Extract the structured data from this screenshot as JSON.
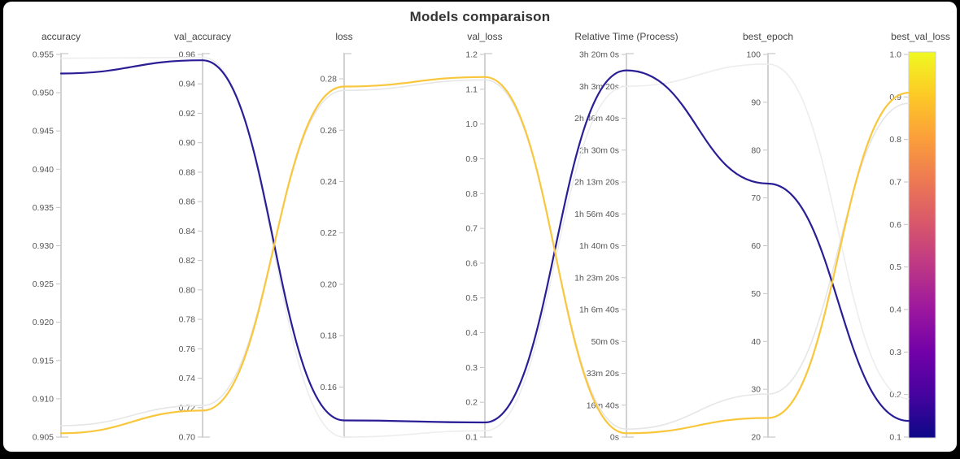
{
  "title": "Models comparaison",
  "chart_data": {
    "type": "parallel-coordinates",
    "title": "Models comparaison",
    "background": "#ffffff",
    "frame_color": "#000000",
    "axis_line_color": "#d2d2d2",
    "tick_color": "#c2c2c2",
    "axes": [
      {
        "key": "accuracy",
        "label": "accuracy",
        "range": [
          0.955,
          0.905
        ],
        "ticks": [
          "0.955",
          "0.950",
          "0.945",
          "0.940",
          "0.935",
          "0.930",
          "0.925",
          "0.920",
          "0.915",
          "0.910",
          "0.905"
        ],
        "tick_values": [
          0.955,
          0.95,
          0.945,
          0.94,
          0.935,
          0.93,
          0.925,
          0.92,
          0.915,
          0.91,
          0.905
        ]
      },
      {
        "key": "val_accuracy",
        "label": "val_accuracy",
        "range": [
          0.96,
          0.7
        ],
        "ticks": [
          "0.96",
          "0.94",
          "0.92",
          "0.90",
          "0.88",
          "0.86",
          "0.84",
          "0.82",
          "0.80",
          "0.78",
          "0.76",
          "0.74",
          "0.72",
          "0.70"
        ],
        "tick_values": [
          0.96,
          0.94,
          0.92,
          0.9,
          0.88,
          0.86,
          0.84,
          0.82,
          0.8,
          0.78,
          0.76,
          0.74,
          0.72,
          0.7
        ]
      },
      {
        "key": "loss",
        "label": "loss",
        "range": [
          0.2895,
          0.1405
        ],
        "ticks": [
          "0.28",
          "0.26",
          "0.24",
          "0.22",
          "0.20",
          "0.18",
          "0.16"
        ],
        "tick_values": [
          0.28,
          0.26,
          0.24,
          0.22,
          0.2,
          0.18,
          0.16
        ]
      },
      {
        "key": "val_loss",
        "label": "val_loss",
        "range": [
          1.2,
          0.1
        ],
        "ticks": [
          "1.2",
          "1.1",
          "1.0",
          "0.9",
          "0.8",
          "0.7",
          "0.6",
          "0.5",
          "0.4",
          "0.3",
          "0.2",
          "0.1"
        ],
        "tick_values": [
          1.2,
          1.1,
          1.0,
          0.9,
          0.8,
          0.7,
          0.6,
          0.5,
          0.4,
          0.3,
          0.2,
          0.1
        ]
      },
      {
        "key": "relative_time_s",
        "label": "Relative Time (Process)",
        "range": [
          12000,
          0
        ],
        "ticks": [
          "3h 20m 0s",
          "3h 3m 20s",
          "2h 46m 40s",
          "2h 30m 0s",
          "2h 13m 20s",
          "1h 56m 40s",
          "1h 40m 0s",
          "1h 23m 20s",
          "1h 6m 40s",
          "50m 0s",
          "33m 20s",
          "16m 40s",
          "0s"
        ],
        "tick_values": [
          12000,
          11000,
          10000,
          9000,
          8000,
          7000,
          6000,
          5000,
          4000,
          3000,
          2000,
          1000,
          0
        ]
      },
      {
        "key": "best_epoch",
        "label": "best_epoch",
        "range": [
          100,
          20
        ],
        "ticks": [
          "100",
          "90",
          "80",
          "70",
          "60",
          "50",
          "40",
          "30",
          "20"
        ],
        "tick_values": [
          100,
          90,
          80,
          70,
          60,
          50,
          40,
          30,
          20
        ]
      },
      {
        "key": "best_val_loss",
        "label": "best_val_loss",
        "range": [
          1.0,
          0.1
        ],
        "colorbar": true,
        "ticks": [
          "1.0",
          "0.9",
          "0.8",
          "0.7",
          "0.6",
          "0.5",
          "0.4",
          "0.3",
          "0.2",
          "0.1"
        ],
        "tick_values": [
          1.0,
          0.9,
          0.8,
          0.7,
          0.6,
          0.5,
          0.4,
          0.3,
          0.2,
          0.1
        ]
      }
    ],
    "colorbar_gradient": [
      "#0d0887",
      "#46039f",
      "#7201a8",
      "#9c179e",
      "#bd3786",
      "#d8576b",
      "#ed7953",
      "#fb9f3a",
      "#fdca26",
      "#f0f921"
    ],
    "series": [
      {
        "color": "#ededed",
        "width": 1.6,
        "values": {
          "accuracy": 0.9545,
          "val_accuracy": 0.958,
          "loss": 0.1405,
          "val_loss": 0.118,
          "relative_time_s": 11000,
          "best_epoch": 98,
          "best_val_loss": 0.19
        }
      },
      {
        "color": "#e6e6e6",
        "width": 1.6,
        "values": {
          "accuracy": 0.9065,
          "val_accuracy": 0.7215,
          "loss": 0.2755,
          "val_loss": 1.127,
          "relative_time_s": 250,
          "best_epoch": 29,
          "best_val_loss": 0.885
        }
      },
      {
        "color": "#2a1e96",
        "width": 2.2,
        "values": {
          "accuracy": 0.9525,
          "val_accuracy": 0.956,
          "loss": 0.147,
          "val_loss": 0.142,
          "relative_time_s": 11500,
          "best_epoch": 73,
          "best_val_loss": 0.138
        }
      },
      {
        "color": "#f9c73e",
        "width": 2.2,
        "values": {
          "accuracy": 0.9055,
          "val_accuracy": 0.718,
          "loss": 0.277,
          "val_loss": 1.135,
          "relative_time_s": 120,
          "best_epoch": 24,
          "best_val_loss": 0.91
        }
      }
    ]
  }
}
